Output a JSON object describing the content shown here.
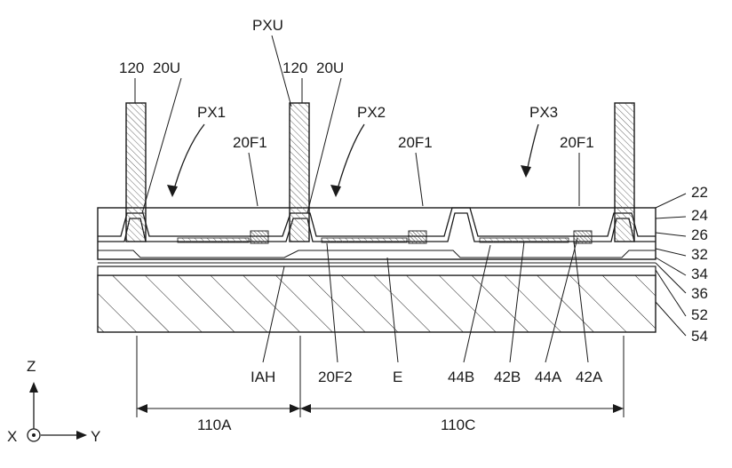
{
  "figure": {
    "top_labels": {
      "wall1": "120",
      "wall1_u": "20U",
      "pxu": "PXU",
      "wall2": "120",
      "wall2_u": "20U",
      "px1": "PX1",
      "px2": "PX2",
      "px3": "PX3",
      "f1a": "20F1",
      "f1b": "20F1",
      "f1c": "20F1"
    },
    "layer_labels": [
      "22",
      "24",
      "26",
      "32",
      "34",
      "36",
      "52",
      "54"
    ],
    "bottom_labels": {
      "iah": "IAH",
      "f2": "20F2",
      "e": "E",
      "b44": "44B",
      "b42": "42B",
      "a44": "44A",
      "a42": "42A"
    },
    "dimensions": {
      "d1": "110A",
      "d2": "110C"
    },
    "axes": {
      "z": "Z",
      "x": "X",
      "y": "Y"
    }
  }
}
